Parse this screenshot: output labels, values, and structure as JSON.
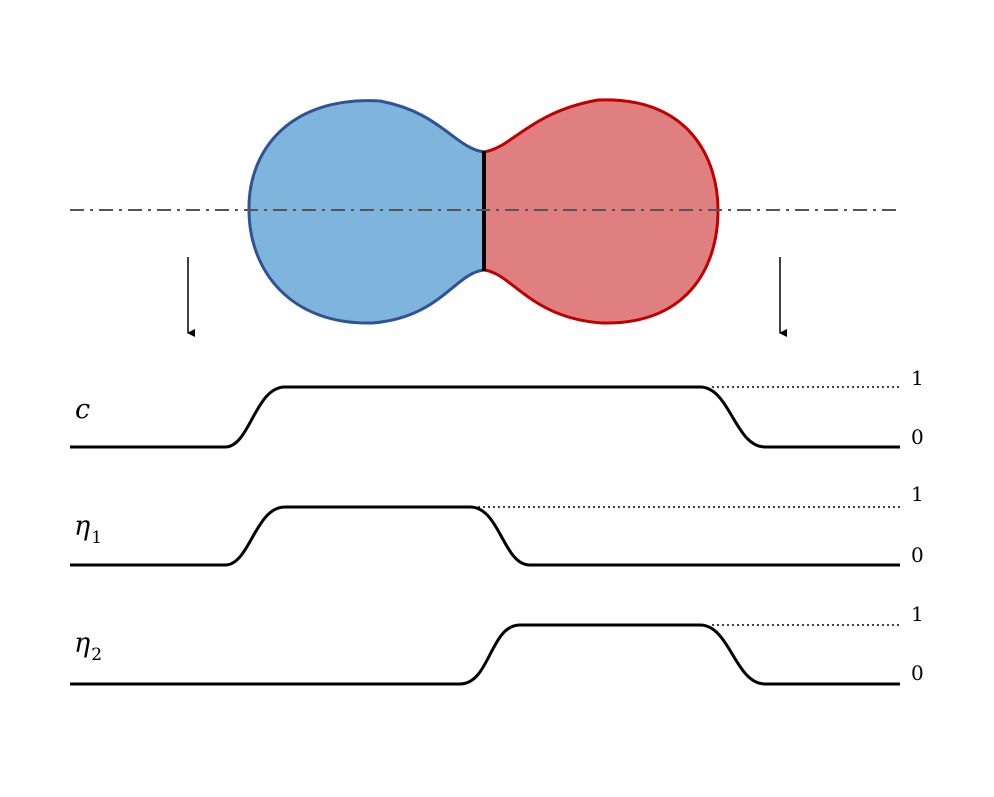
{
  "colors": {
    "grain1_fill": "#7fb4dc",
    "grain1_stroke": "#2e5496",
    "grain2_fill": "#e07f7f",
    "grain2_stroke": "#c00000",
    "boundary": "#000000",
    "centerline": "#555555",
    "profile": "#000000"
  },
  "profiles": [
    {
      "symbol": "c",
      "subscript": "",
      "high_label": "1",
      "low_label": "0"
    },
    {
      "symbol": "η",
      "subscript": "1",
      "high_label": "1",
      "low_label": "0"
    },
    {
      "symbol": "η",
      "subscript": "2",
      "high_label": "1",
      "low_label": "0"
    }
  ]
}
